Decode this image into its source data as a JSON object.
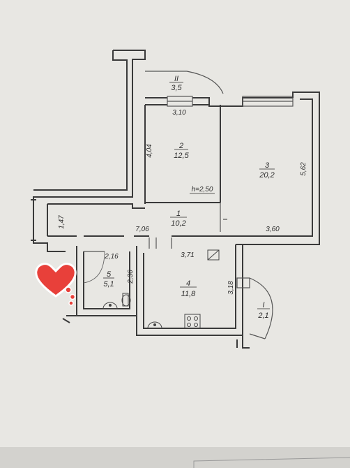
{
  "rooms": [
    {
      "number": "2",
      "area": "12,5"
    },
    {
      "number": "3",
      "area": "20,2"
    },
    {
      "number": "1",
      "area": "10,2"
    },
    {
      "number": "5",
      "area": "5,1"
    },
    {
      "number": "4",
      "area": "11,8"
    },
    {
      "number": "I",
      "area": "2,1"
    },
    {
      "number": "II",
      "area": "3,5"
    }
  ],
  "dimensions": {
    "room2_width": "3,10",
    "room2_depth": "4,04",
    "room3_depth": "5,62",
    "room3_width": "3,60",
    "ceiling_height": "h=2,50",
    "hall_length": "7,06",
    "entry_width": "1,47",
    "bath_width": "2,16",
    "bath_depth": "2,36",
    "kitchen_width": "3,71",
    "kitchen_depth": "3,18"
  },
  "colors": {
    "paper": "#e9e8e4",
    "wall": "#3a3a3a",
    "heart": "#e8403a"
  },
  "decoration": "heart-sticker"
}
